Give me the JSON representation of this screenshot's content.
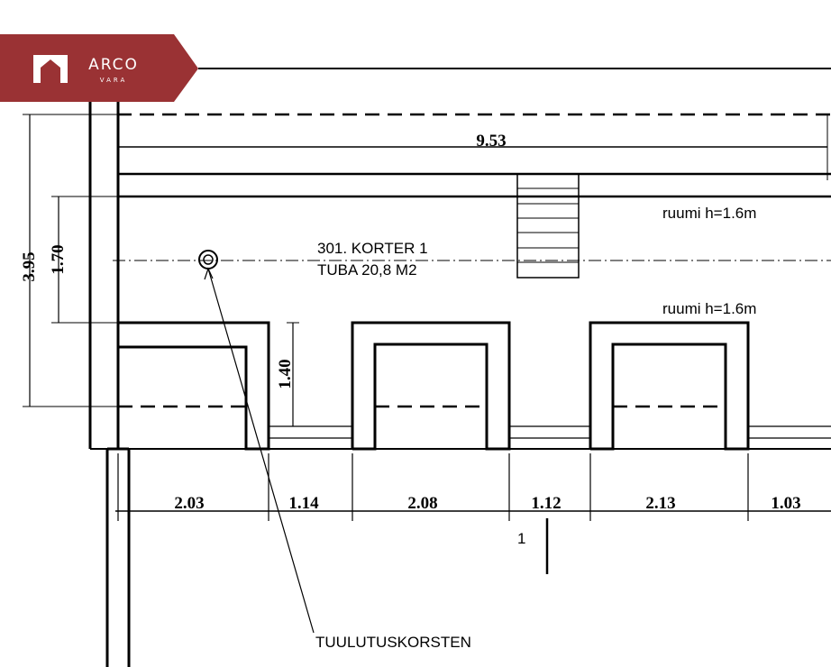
{
  "logo": {
    "name": "ARCO",
    "sub": "VARA",
    "color": "#9a3234"
  },
  "room": {
    "line1": "301. KORTER 1",
    "line2": "TUBA 20,8 M2"
  },
  "notes": {
    "height_top": "ruumi h=1.6m",
    "height_bottom": "ruumi h=1.6m",
    "chimney": "TUULUTUSKORSTEN",
    "section_mark": "1"
  },
  "dimensions": {
    "overall_width": "9.53",
    "overall_depth": "3.95",
    "left_inner": "1.70",
    "wall_depth": "1.40",
    "bottom": [
      "2.03",
      "1.14",
      "2.08",
      "1.12",
      "2.13",
      "1.03"
    ]
  }
}
